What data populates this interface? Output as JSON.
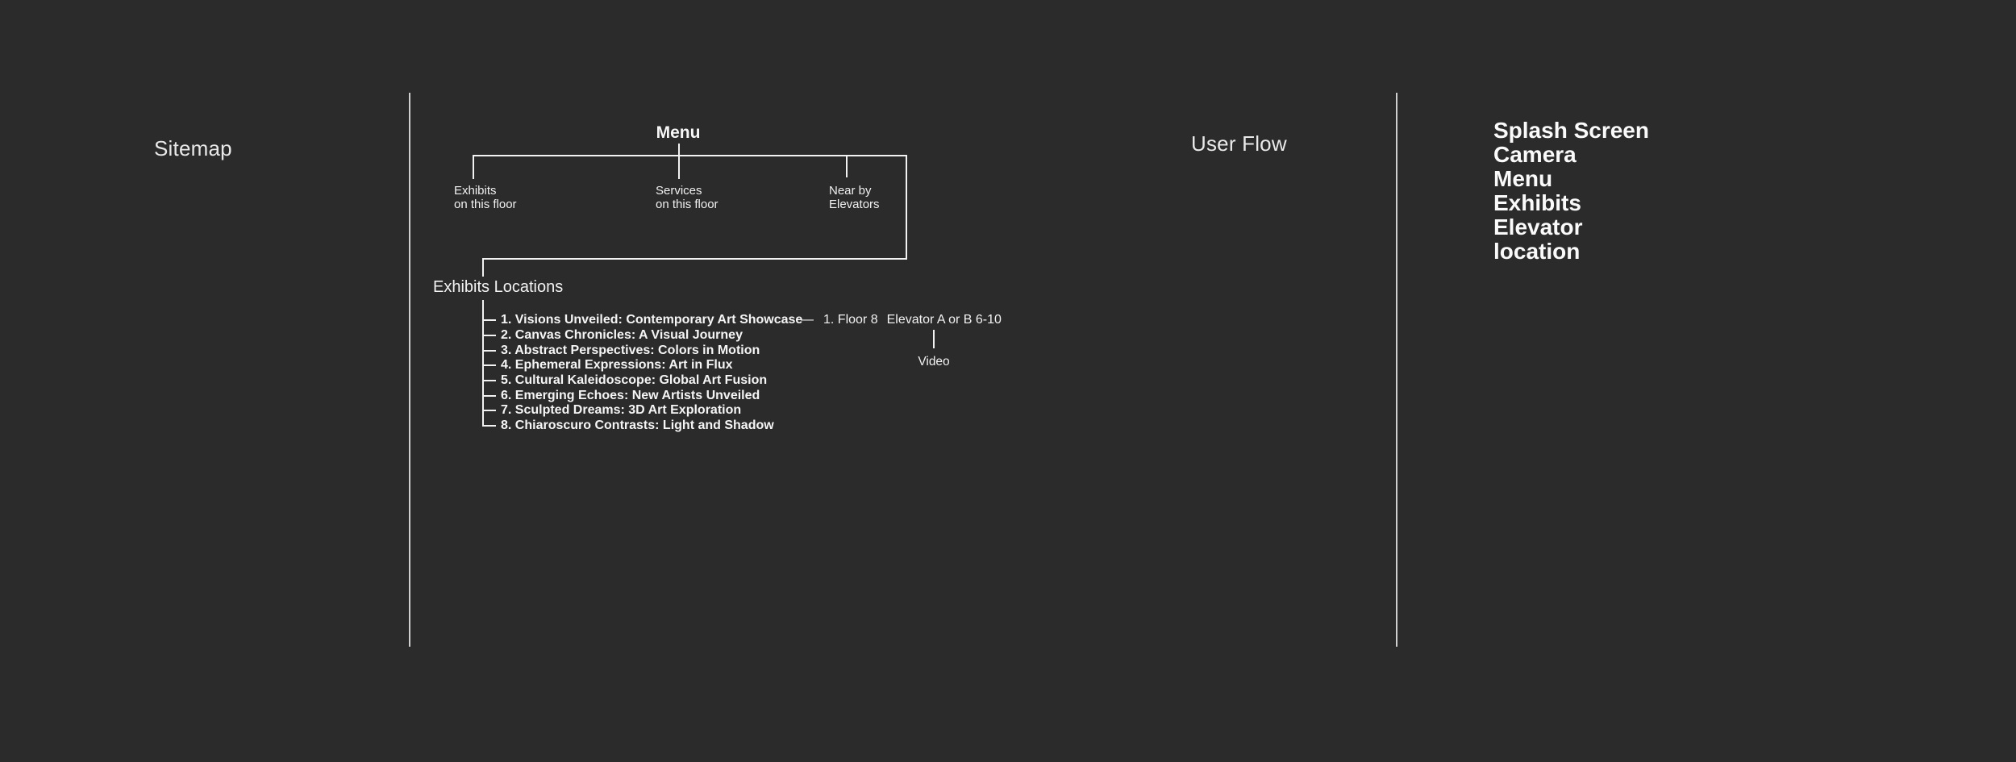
{
  "colors": {
    "background": "#2b2b2b",
    "line": "#f2f2f2",
    "divider": "#cfcfcf",
    "text": "#f5f5f5"
  },
  "sections": {
    "sitemap_title": "Sitemap",
    "user_flow_title": "User Flow"
  },
  "sitemap": {
    "root_label": "Menu",
    "branches": [
      "Exhibits\non this floor",
      "Services\non this floor",
      "Near by\nElevators"
    ],
    "exhibits_group_label": "Exhibits Locations",
    "exhibit_items": [
      "1. Visions Unveiled: Contemporary Art Showcase",
      "2. Canvas Chronicles: A Visual Journey",
      "3. Abstract Perspectives: Colors in Motion",
      "4. Ephemeral Expressions: Art in Flux",
      "5. Cultural Kaleidoscope: Global Art Fusion",
      "6. Emerging Echoes: New Artists Unveiled",
      "7. Sculpted Dreams: 3D Art Exploration",
      "8. Chiaroscuro Contrasts: Light and Shadow"
    ],
    "exhibit_detail": {
      "dash": "—",
      "location": "1. Floor 8",
      "elevator": "Elevator A or B 6-10",
      "media": "Video"
    }
  },
  "user_flow": {
    "screens": [
      "Splash Screen",
      "Camera",
      "Menu",
      "Exhibits",
      "Elevator",
      "location"
    ]
  }
}
